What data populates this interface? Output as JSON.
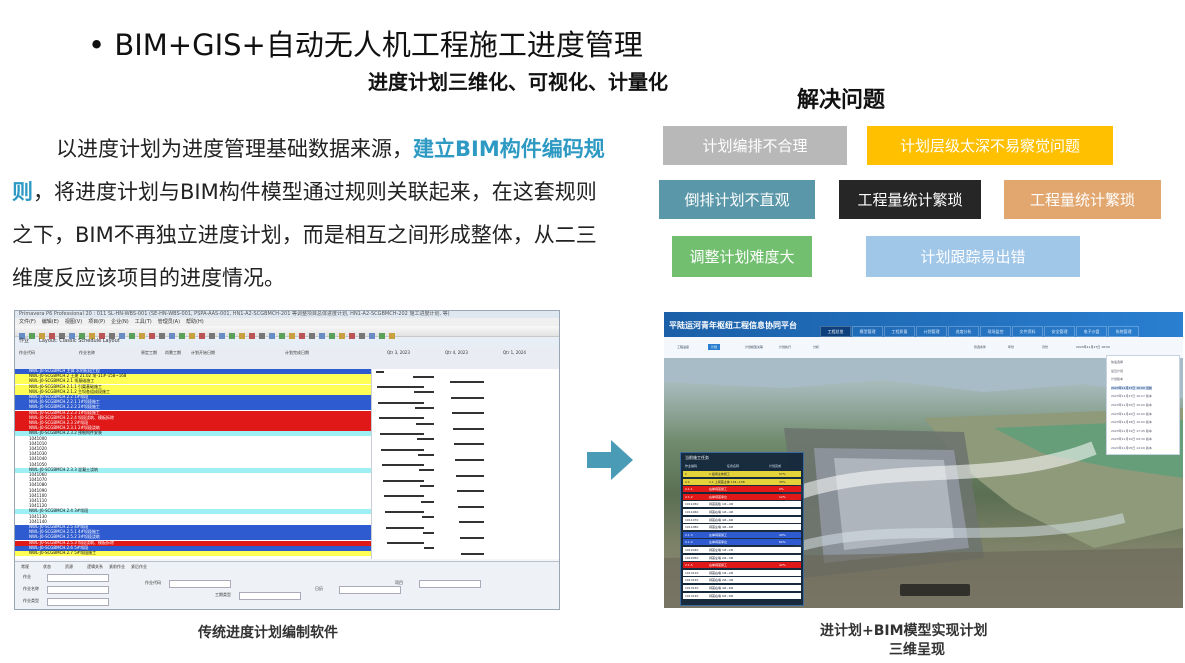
{
  "slide": {
    "title": "• BIM+GIS+自动无人机工程施工进度管理",
    "subtitle": "进度计划三维化、可视化、计量化",
    "paragraph": {
      "part1": "以进度计划为进度管理基础数据来源，",
      "highlight": "建立BIM构件编码规则",
      "part2": "，将进度计划与BIM构件模型通过规则关联起来，在这套规则之下，BIM不再独立进度计划，而是相互之间形成整体，从二三维度反应该项目的进度情况。"
    },
    "problems": {
      "title": "解决问题",
      "tags": [
        {
          "label": "计划编排不合理",
          "color": "#b8b8b8"
        },
        {
          "label": "计划层级太深不易察觉问题",
          "color": "#ffc000"
        },
        {
          "label": "倒排计划不直观",
          "color": "#5a97a8"
        },
        {
          "label": "工程量统计繁琐",
          "color": "#262626"
        },
        {
          "label": "工程量统计繁琐",
          "color": "#e2a76f"
        },
        {
          "label": "调整计划难度大",
          "color": "#72bf70"
        },
        {
          "label": "计划跟踪易出错",
          "color": "#a0c6e8"
        }
      ]
    },
    "captions": {
      "left": "传统进度计划编制软件",
      "right_line1": "进计划+BIM模型实现计划",
      "right_line2": "三维呈现"
    },
    "arrow_color": "#4a9bb5"
  },
  "legacy_software": {
    "title_bar": "Primavera P6 Professional 20 : 011 SL-HN-WBS-001 (SE-HN-WBS-001, PSPA-AAS-001, HN1-A2-SCGBMCH-201 等调整项目总体进度计划, HN1-A2-SCGBMCH-202 施工进度计划, 等)",
    "menu": [
      "文件(F)",
      "编辑(E)",
      "视图(V)",
      "项目(P)",
      "企业(N)",
      "工具(T)",
      "管理员(A)",
      "帮助(H)"
    ],
    "pane_title": "作业",
    "layout": "Layout: Classic Schedule Layout",
    "columns": [
      "作业代码",
      "作业名称",
      "原定工期",
      "尚需工期",
      "计划开始日期",
      "计划完成日期"
    ],
    "timeline": [
      "Qtr 3, 2023",
      "Qtr 4, 2023",
      "Qtr 1, 2024"
    ],
    "rows": [
      {
        "text": "NWL-J0-SCGBMCH 主体 水利枢纽工程",
        "color": "#2f5bd1"
      },
      {
        "text": "NWL-J0-SCGBMCH.2 土建 21.02 坝-11#-158~168",
        "color": "#ffff55"
      },
      {
        "text": "NWL-J0-SCGBMCH.2.1 坝基础施工",
        "color": "#ffff55"
      },
      {
        "text": "NWL-J0-SCGBMCH.2.1.1 引渠基础施工",
        "color": "#ffff55"
      },
      {
        "text": "NWL-J0-SCGBMCH.2.1.2 主坝各组成段施工",
        "color": "#ffff55"
      },
      {
        "text": "NWL-J0-SCGBMCH.2.2 1#坝段",
        "color": "#2f5bd1"
      },
      {
        "text": "NWL-J0-SCGBMCH.2.2.1 1#坝段施工",
        "color": "#2f5bd1"
      },
      {
        "text": "NWL-J0-SCGBMCH.2.2.2 2#坝段施工",
        "color": "#2f5bd1"
      },
      {
        "text": "NWL-J0-SCGBMCH.2.2.3 1#坝段施工",
        "color": "#e11818"
      },
      {
        "text": "NWL-J0-SCGBMCH.2.2.4 坝段浇筑、模板拆除",
        "color": "#e11818"
      },
      {
        "text": "NWL-J0-SCGBMCH.2.3 2#坝段",
        "color": "#e11818"
      },
      {
        "text": "NWL-J0-SCGBMCH.2.3.1 2#坝段浇筑",
        "color": "#e11818"
      },
      {
        "text": "NWL-J0-SCGBMCH.2.3.2 预制构件安装",
        "color": "#9ff0f4"
      },
      {
        "text": "1041000",
        "color": "#ffffff"
      },
      {
        "text": "1041010",
        "color": "#ffffff"
      },
      {
        "text": "1041020",
        "color": "#ffffff"
      },
      {
        "text": "1041030",
        "color": "#ffffff"
      },
      {
        "text": "1041040",
        "color": "#ffffff"
      },
      {
        "text": "1041050",
        "color": "#ffffff"
      },
      {
        "text": "NWL-J0-SCGBMCH.2.3.3 混凝土浇筑",
        "color": "#9ff0f4"
      },
      {
        "text": "1041060",
        "color": "#ffffff"
      },
      {
        "text": "1041070",
        "color": "#ffffff"
      },
      {
        "text": "1041080",
        "color": "#ffffff"
      },
      {
        "text": "1041090",
        "color": "#ffffff"
      },
      {
        "text": "1041100",
        "color": "#ffffff"
      },
      {
        "text": "1041110",
        "color": "#ffffff"
      },
      {
        "text": "1041120",
        "color": "#ffffff"
      },
      {
        "text": "NWL-J0-SCGBMCH.2.4 3#坝段",
        "color": "#9ff0f4"
      },
      {
        "text": "1041130",
        "color": "#ffffff"
      },
      {
        "text": "1041140",
        "color": "#ffffff"
      },
      {
        "text": "NWL-J0-SCGBMCH.2.5 4#坝段",
        "color": "#2f5bd1"
      },
      {
        "text": "NWL-J0-SCGBMCH.2.5.1 4#坝段施工",
        "color": "#2f5bd1"
      },
      {
        "text": "NWL-J0-SCGBMCH.2.5.2 3#坝段浇筑",
        "color": "#2f5bd1"
      },
      {
        "text": "NWL-J0-SCGBMCH.2.5.3 坝段浇筑、模板拆除",
        "color": "#e11818"
      },
      {
        "text": "NWL-J0-SCGBMCH.2.6 5#坝段",
        "color": "#2f5bd1"
      },
      {
        "text": "NWL-J0-SCGBMCH.2.7 5#坝段施工",
        "color": "#ffff55"
      }
    ],
    "bottom_tabs": [
      "常规",
      "状态",
      "资源",
      "逻辑关系",
      "紧前作业",
      "紧后作业"
    ],
    "bottom_labels": [
      "作业",
      "作业名称",
      "作业代码",
      "作业类型",
      "工期类型",
      "日历",
      "项目"
    ]
  },
  "platform": {
    "brand": "平陆运河青年枢纽工程信息协同平台",
    "nav": [
      "工程总览",
      "模型管理",
      "工程质量",
      "计划管理",
      "进度分析",
      "现场监控",
      "文件资料",
      "安全管理",
      "电子沙盘",
      "系统管理"
    ],
    "sub_tabs": [
      "工程进度",
      "计划",
      "计划模型关联",
      "计划执行",
      "分析"
    ],
    "filter_labels": [
      "筛选条件",
      "年份",
      "月份",
      "2023年11月27日 18:00"
    ],
    "panel_title": "当前施工任务",
    "panel_header": [
      "作业编码",
      "任务名称",
      "计划完成"
    ],
    "panel_rows": [
      {
        "code": "1",
        "name": "1.船闸主体施工",
        "pct": "57%",
        "color": "#e4d23a"
      },
      {
        "code": "2.1",
        "name": "1.1 上闸首主体 134~158",
        "pct": "35%",
        "color": "#e4d23a"
      },
      {
        "code": "2.1.1",
        "name": "右岸闸首施工",
        "pct": "0%",
        "color": "#e11818"
      },
      {
        "code": "2.1.2",
        "name": "右岸闸首承台",
        "pct": "12%",
        "color": "#e11818"
      },
      {
        "code": "1011050",
        "name": "闸首底板 1#~4#",
        "pct": "",
        "color": "#ffffff"
      },
      {
        "code": "1011060",
        "name": "闸首右墙 1#~4#",
        "pct": "",
        "color": "#ffffff"
      },
      {
        "code": "1011070",
        "name": "闸首右墙 4#~6#",
        "pct": "",
        "color": "#ffffff"
      },
      {
        "code": "1011080",
        "name": "闸首左墙 4#~6#",
        "pct": "",
        "color": "#ffffff"
      },
      {
        "code": "2.1.3",
        "name": "左岸闸首施工",
        "pct": "40%",
        "color": "#2f5bd1"
      },
      {
        "code": "2.1.4",
        "name": "左岸闸首承台",
        "pct": "60%",
        "color": "#2f5bd1"
      },
      {
        "code": "1012040",
        "name": "闸首左墙 1#~2#",
        "pct": "",
        "color": "#ffffff"
      },
      {
        "code": "1012050",
        "name": "闸首左墙 2#~3#",
        "pct": "",
        "color": "#ffffff"
      },
      {
        "code": "2.1.5",
        "name": "右岸闸首施工",
        "pct": "42%",
        "color": "#e11818"
      },
      {
        "code": "1013110",
        "name": "闸首右墙 1#~2#",
        "pct": "",
        "color": "#ffffff"
      },
      {
        "code": "1013120",
        "name": "闸首右墙 2#~4#",
        "pct": "",
        "color": "#ffffff"
      },
      {
        "code": "1013130",
        "name": "闸首右墙 4#~6#",
        "pct": "",
        "color": "#ffffff"
      },
      {
        "code": "1013140",
        "name": "闸首右墙 6#~8#",
        "pct": "",
        "color": "#ffffff"
      }
    ],
    "dropdown_items": [
      "快速选择",
      "最近计划",
      "计划版本",
      "2023年11月27日 18:00 当前",
      "2023年11月27日 16:27 版本",
      "2023年11月25日 15:00 版本",
      "2023年11月20日 12:00 版本",
      "2023年11月18日 10:00 版本",
      "2023年11月15日 17:45 版本",
      "2023年11月10日 09:30 版本",
      "2023年11月05日 14:00 版本"
    ]
  }
}
